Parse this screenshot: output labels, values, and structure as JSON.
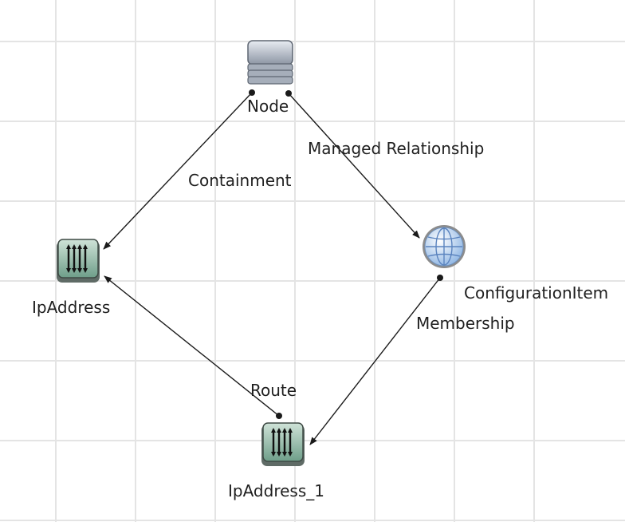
{
  "diagram": {
    "nodes": {
      "node": {
        "label": "Node",
        "icon": "server-stack-icon"
      },
      "ipaddress": {
        "label": "IpAddress",
        "icon": "ip-address-icon"
      },
      "configurationitem": {
        "label": "ConfigurationItem",
        "icon": "globe-icon"
      },
      "ipaddress_1": {
        "label": "IpAddress_1",
        "icon": "ip-address-icon"
      }
    },
    "edges": {
      "containment": {
        "label": "Containment",
        "from": "Node",
        "to": "IpAddress"
      },
      "managed": {
        "label": "Managed Relationship",
        "from": "Node",
        "to": "ConfigurationItem"
      },
      "route": {
        "label": "Route",
        "from": "IpAddress_1",
        "to": "IpAddress"
      },
      "membership": {
        "label": "Membership",
        "from": "ConfigurationItem",
        "to": "IpAddress_1"
      }
    }
  },
  "colors": {
    "grid": "#e4e4e4",
    "edge": "#1a1a1a",
    "ip_icon_face": "#7fb09a",
    "server_icon": "#9aa4b4",
    "globe_icon": "#a9c7ec"
  }
}
